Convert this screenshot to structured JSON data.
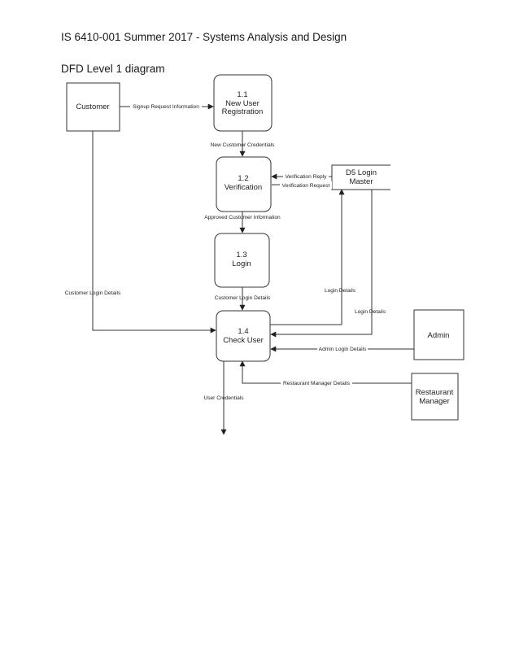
{
  "document": {
    "header": "IS 6410-001 Summer 2017 - Systems Analysis and Design",
    "subtitle": "DFD Level 1 diagram"
  },
  "diagram": {
    "entities": {
      "customer": "Customer",
      "admin": "Admin",
      "restaurant_manager": [
        "Restaurant",
        "Manager"
      ]
    },
    "processes": {
      "p1": [
        "1.1",
        "New User",
        "Registration"
      ],
      "p2": [
        "1.2",
        "Verification"
      ],
      "p3": [
        "1.3",
        "Login"
      ],
      "p4": [
        "1.4",
        "Check User"
      ]
    },
    "data_store": {
      "label": [
        "D5 Login",
        "Master"
      ]
    },
    "flows": {
      "signup_request": "Signup Request Information",
      "new_customer_credentials": "New Customer Credentials",
      "verification_reply": "Verification Reply",
      "verification_request": "Verification Request",
      "approved_customer_info": "Approved Customer  Information",
      "customer_login_details_left": "Customer Login Details",
      "customer_login_details_mid": "Customer Login Details",
      "login_details_up": "Login Details",
      "login_details_down": "Login Details",
      "admin_login_details": "Admin Login Details",
      "restaurant_manager_details": "Restaurant Manager Details",
      "user_credentials": "User  Credentials"
    }
  }
}
